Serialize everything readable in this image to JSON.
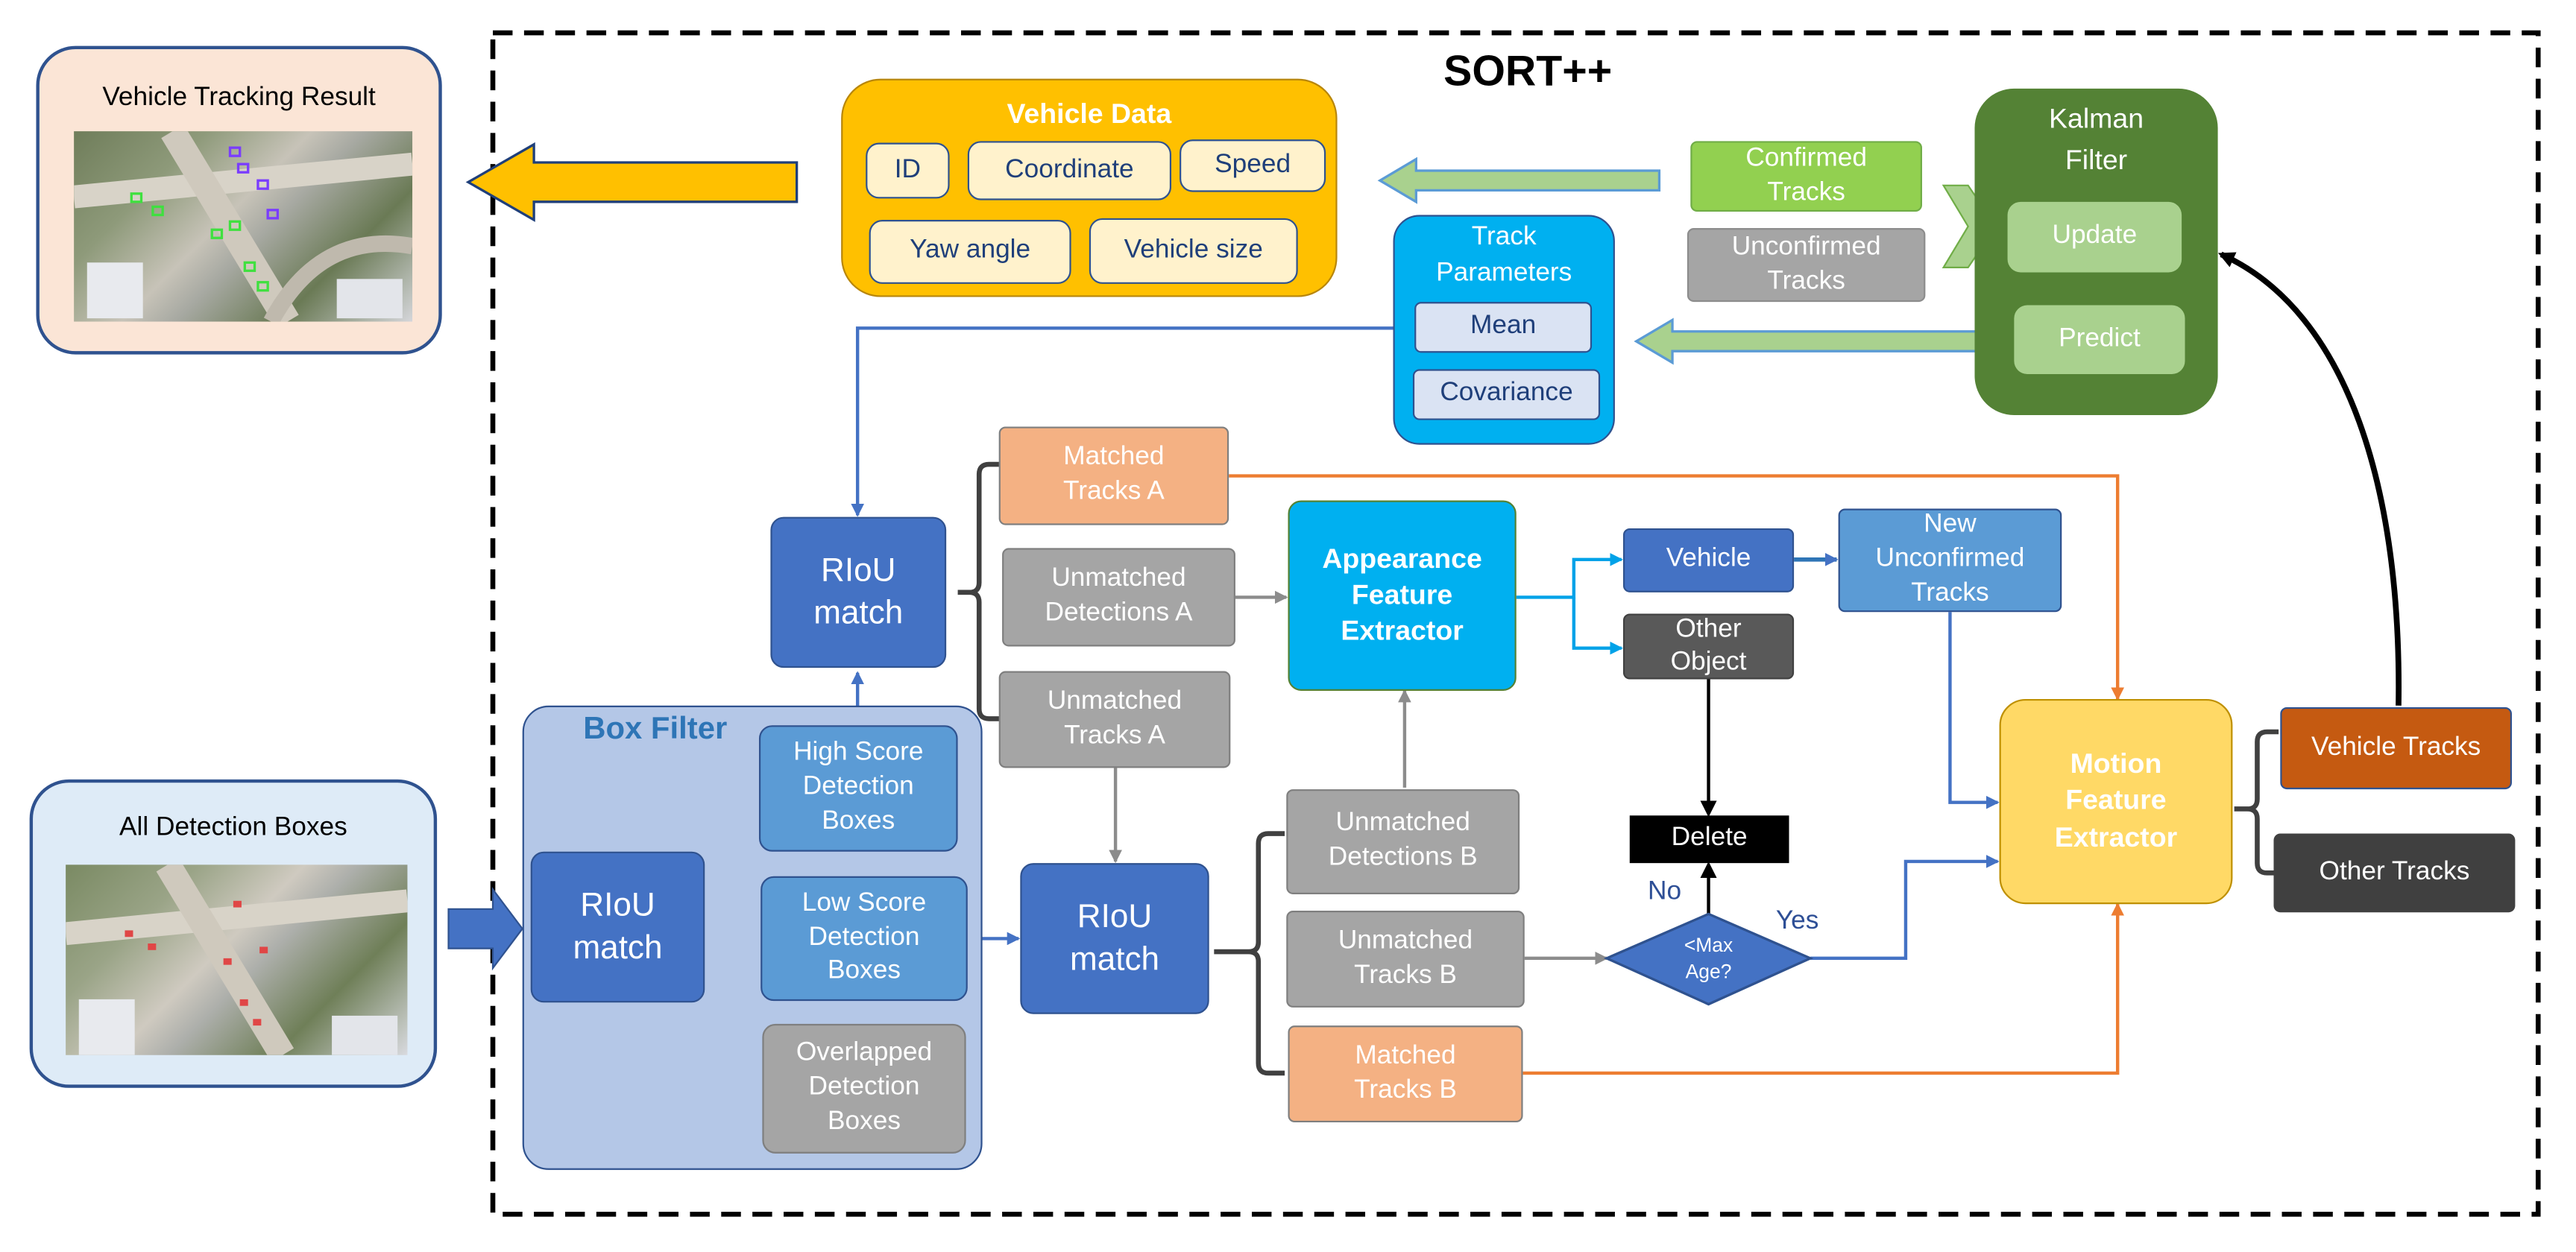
{
  "title": "SORT++",
  "result_panel": {
    "title": "Vehicle Tracking Result"
  },
  "detection_panel": {
    "title": "All  Detection Boxes"
  },
  "vehicle_data": {
    "title": "Vehicle Data",
    "fields": [
      "ID",
      "Coordinate",
      "Speed",
      "Yaw angle",
      "Vehicle size"
    ]
  },
  "kalman": {
    "title_line1": "Kalman",
    "title_line2": "Filter",
    "update": "Update",
    "predict": "Predict"
  },
  "confirmed_tracks": {
    "line1": "Confirmed",
    "line2": "Tracks"
  },
  "unconfirmed_tracks": {
    "line1": "Unconfirmed",
    "line2": "Tracks"
  },
  "track_params": {
    "title_line1": "Track",
    "title_line2": "Parameters",
    "mean": "Mean",
    "covariance": "Covariance"
  },
  "box_filter": {
    "title": "Box Filter",
    "riou": {
      "line1": "RIoU",
      "line2": "match"
    },
    "high": {
      "line1": "High Score",
      "line2": "Detection",
      "line3": "Boxes"
    },
    "low": {
      "line1": "Low Score",
      "line2": "Detection",
      "line3": "Boxes"
    },
    "overlapped": {
      "line1": "Overlapped",
      "line2": "Detection",
      "line3": "Boxes"
    }
  },
  "riou_a": {
    "line1": "RIoU",
    "line2": "match"
  },
  "riou_b": {
    "line1": "RIoU",
    "line2": "match"
  },
  "matched_a": {
    "line1": "Matched",
    "line2": "Tracks A"
  },
  "unmatched_det_a": {
    "line1": "Unmatched",
    "line2": "Detections A"
  },
  "unmatched_tracks_a": {
    "line1": "Unmatched",
    "line2": "Tracks A"
  },
  "unmatched_det_b": {
    "line1": "Unmatched",
    "line2": "Detections B"
  },
  "unmatched_tracks_b": {
    "line1": "Unmatched",
    "line2": "Tracks B"
  },
  "matched_b": {
    "line1": "Matched",
    "line2": "Tracks B"
  },
  "appearance": {
    "line1": "Appearance",
    "line2": "Feature",
    "line3": "Extractor"
  },
  "vehicle": "Vehicle",
  "other_object": {
    "line1": "Other",
    "line2": "Object"
  },
  "new_unconfirmed": {
    "line1": "New",
    "line2": "Unconfirmed",
    "line3": "Tracks"
  },
  "delete": "Delete",
  "max_age": {
    "line1": "<Max",
    "line2": "Age?"
  },
  "no_label": "No",
  "yes_label": "Yes",
  "motion": {
    "line1": "Motion",
    "line2": "Feature",
    "line3": "Extractor"
  },
  "vehicle_tracks": "Vehicle Tracks",
  "other_tracks": "Other Tracks",
  "colors": {
    "dark_blue": "#4472c4",
    "mid_blue": "#5b9bd5",
    "light_blue_panel": "#b4c7e7",
    "gray": "#a5a5a5",
    "orange_light": "#f4b183",
    "cyan": "#00b0f0",
    "gold": "#ffc000",
    "yellow": "#ffd966",
    "dark_green": "#548235",
    "light_green": "#a9d18e",
    "bright_green": "#92d050",
    "burnt_orange": "#c55a11",
    "dark_gray": "#404040"
  }
}
